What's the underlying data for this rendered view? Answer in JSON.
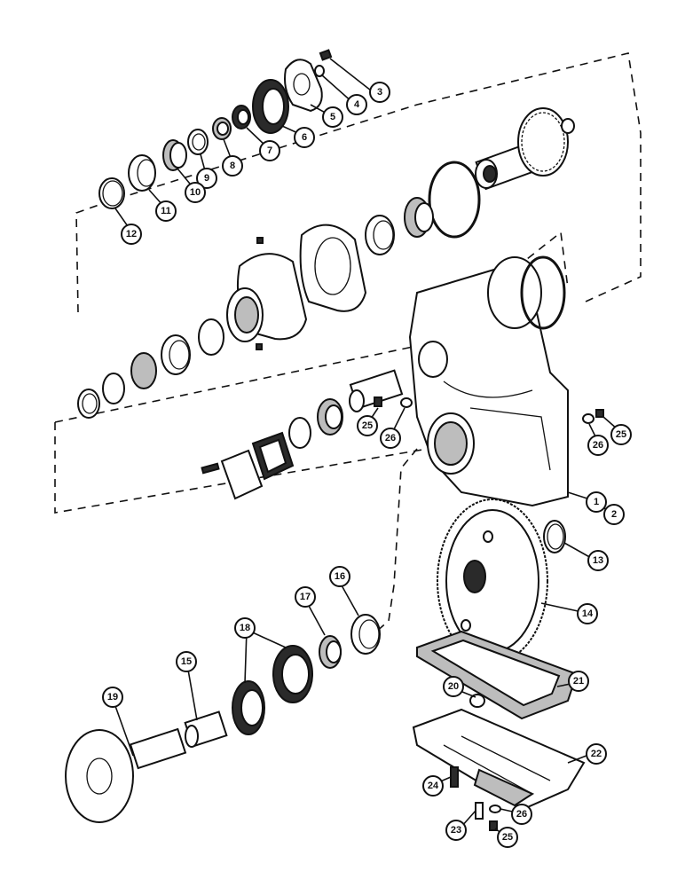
{
  "diagram": {
    "callouts": [
      {
        "id": "c1",
        "label": "1"
      },
      {
        "id": "c2",
        "label": "2"
      },
      {
        "id": "c3",
        "label": "3"
      },
      {
        "id": "c4",
        "label": "4"
      },
      {
        "id": "c5",
        "label": "5"
      },
      {
        "id": "c6",
        "label": "6"
      },
      {
        "id": "c7",
        "label": "7"
      },
      {
        "id": "c8",
        "label": "8"
      },
      {
        "id": "c9",
        "label": "9"
      },
      {
        "id": "c10",
        "label": "10"
      },
      {
        "id": "c11",
        "label": "11"
      },
      {
        "id": "c12",
        "label": "12"
      },
      {
        "id": "c13",
        "label": "13"
      },
      {
        "id": "c14",
        "label": "14"
      },
      {
        "id": "c15",
        "label": "15"
      },
      {
        "id": "c16",
        "label": "16"
      },
      {
        "id": "c17",
        "label": "17"
      },
      {
        "id": "c18",
        "label": "18"
      },
      {
        "id": "c19",
        "label": "19"
      },
      {
        "id": "c20",
        "label": "20"
      },
      {
        "id": "c21",
        "label": "21"
      },
      {
        "id": "c22",
        "label": "22"
      },
      {
        "id": "c23",
        "label": "23"
      },
      {
        "id": "c24",
        "label": "24"
      },
      {
        "id": "c25a",
        "label": "25"
      },
      {
        "id": "c25b",
        "label": "25"
      },
      {
        "id": "c25c",
        "label": "25"
      },
      {
        "id": "c26a",
        "label": "26"
      },
      {
        "id": "c26b",
        "label": "26"
      },
      {
        "id": "c26c",
        "label": "26"
      }
    ]
  }
}
